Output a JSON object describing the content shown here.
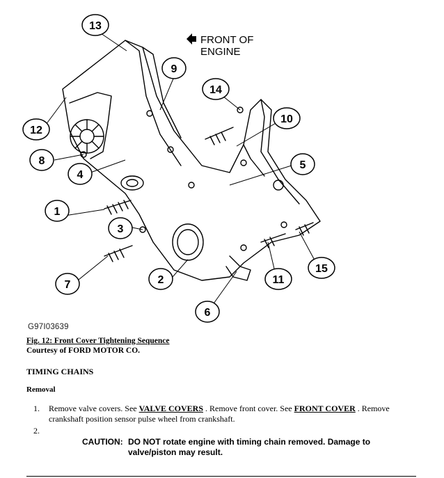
{
  "diagram": {
    "front_label_line1": "FRONT OF",
    "front_label_line2": "ENGINE",
    "callouts": [
      "1",
      "2",
      "3",
      "4",
      "5",
      "6",
      "7",
      "8",
      "9",
      "10",
      "11",
      "12",
      "13",
      "14",
      "15"
    ],
    "figure_code": "G97I03639"
  },
  "caption": {
    "title": "Fig. 12: Front Cover Tightening Sequence",
    "courtesy": "Courtesy of FORD MOTOR CO."
  },
  "section": {
    "title": "TIMING CHAINS",
    "subtitle": "Removal"
  },
  "steps": {
    "step1": {
      "number": "1.",
      "text_a": "Remove valve covers. See ",
      "link1": "VALVE COVERS",
      "text_b": " . Remove front cover. See ",
      "link2": "FRONT COVER",
      "text_c": " . Remove crankshaft position sensor pulse wheel from crankshaft."
    },
    "step2": {
      "number": "2."
    }
  },
  "caution": {
    "label": "CAUTION:",
    "line1": "DO NOT rotate engine with timing chain removed. Damage to",
    "line2": "valve/piston may result."
  }
}
